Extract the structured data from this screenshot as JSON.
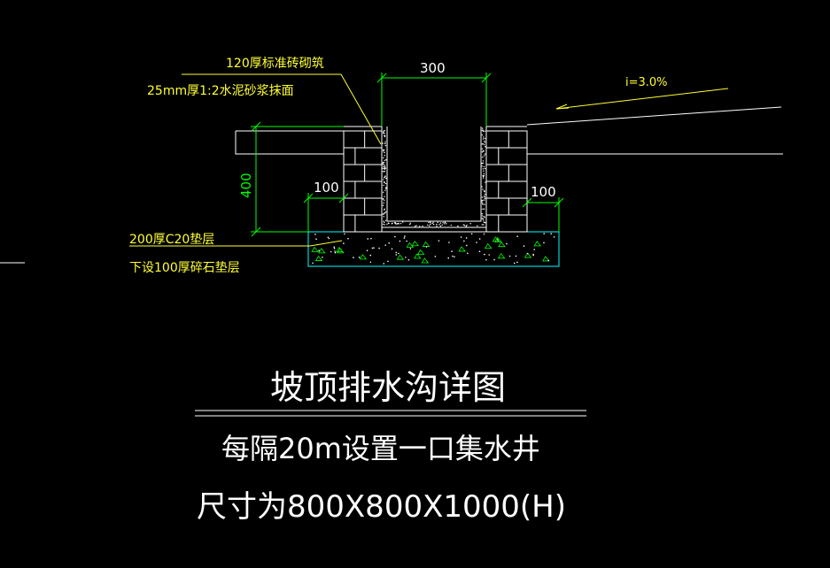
{
  "colors": {
    "background": "#000000",
    "dimension": "#00ff00",
    "leader": "#ffff33",
    "brick": "#ffffff",
    "plaster": "#ffffff",
    "concrete": "#00ffff",
    "ground_line": "#ffffff",
    "slope_line": "#ffff33"
  },
  "annotations": {
    "brick_wall": "120厚标准砖砌筑",
    "plaster": "25mm厚1:2水泥砂浆抹面",
    "cushion": "200厚C20垫层",
    "gravel": "下设100厚碎石垫层",
    "slope": "i=3.0%"
  },
  "dimensions": {
    "width": "300",
    "height": "400",
    "left_margin": "100",
    "right_margin": "100"
  },
  "title": {
    "main": "坡顶排水沟详图",
    "line1": "每隔20m设置一口集水井",
    "line2": "尺寸为800X800X1000(H)"
  }
}
